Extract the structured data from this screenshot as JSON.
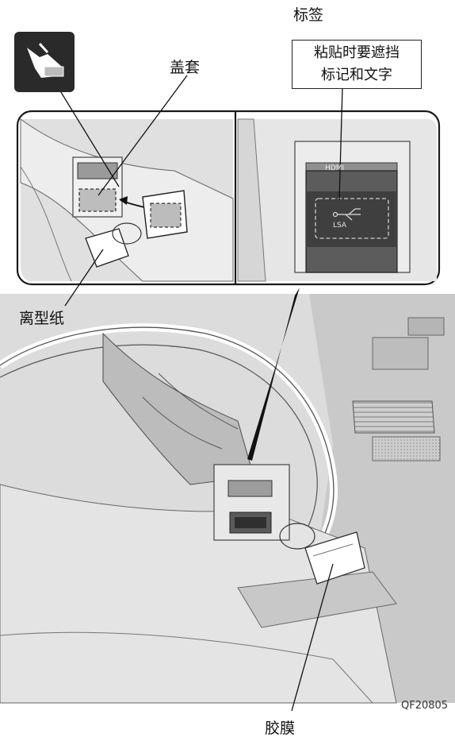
{
  "labels": {
    "tag": "标签",
    "tag_note_line1": "粘贴时要遮挡",
    "tag_note_line2": "标记和文字",
    "cover": "盖套",
    "release_paper": "离型纸",
    "film": "胶膜",
    "figure_code": "QF20805",
    "port_top_mark": "HDMI",
    "port_usb_mark": "LSA"
  }
}
